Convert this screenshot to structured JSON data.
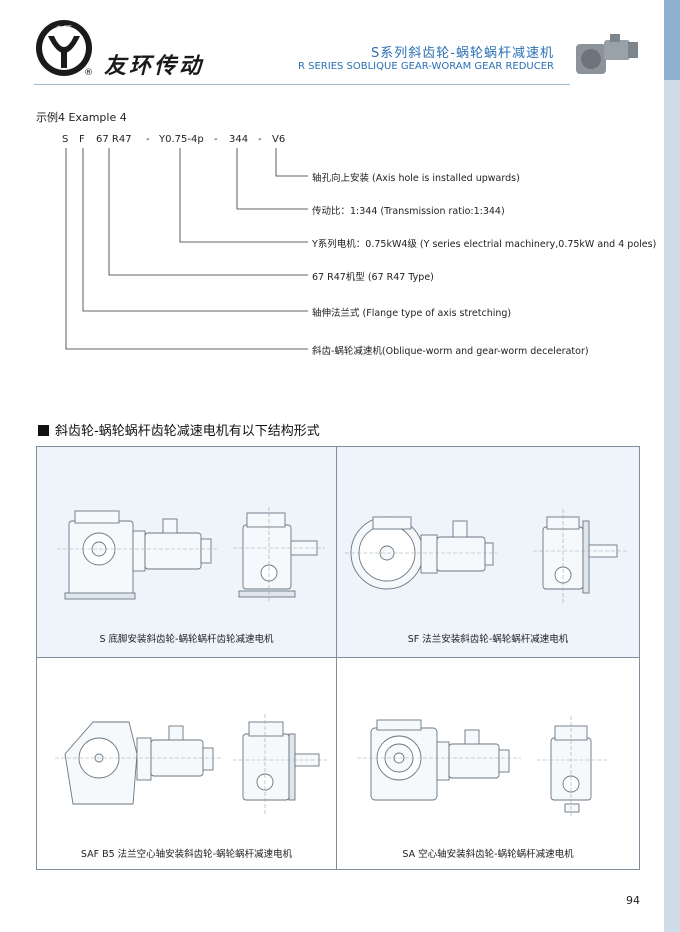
{
  "header": {
    "logo_text": "友环",
    "reg_mark": "®",
    "brand": "友环传动",
    "title_cn": "S系列斜齿轮-蜗轮蜗杆减速机",
    "title_en": "R SERIES SOBLIQUE GEAR-WORAM GEAR REDUCER"
  },
  "example": {
    "label": "示例4  Example 4",
    "code": [
      "S",
      "F",
      "67 R47",
      "-",
      "Y0.75-4p",
      "-",
      "344",
      "-",
      "V6"
    ],
    "annotations": [
      "轴孔向上安装 (Axis hole is installed upwards)",
      "传动比：1:344 (Transmission ratio:1:344)",
      "Y系列电机：0.75kW4级 (Y series electrial machinery,0.75kW and 4 poles)",
      "67 R47机型 (67 R47 Type)",
      "轴伸法兰式 (Flange type of axis stretching)",
      "斜齿-蜗轮减速机(Oblique-worm and gear-worm decelerator)"
    ]
  },
  "section": {
    "title": "斜齿轮-蜗轮蜗杆齿轮减速电机有以下结构形式"
  },
  "mounts": [
    {
      "caption": "S 底脚安装斜齿轮-蜗轮蜗杆齿轮减速电机"
    },
    {
      "caption": "SF 法兰安装斜齿轮-蜗轮蜗杆减速电机"
    },
    {
      "caption": "SAF B5 法兰空心轴安装斜齿轮-蜗轮蜗杆减速电机"
    },
    {
      "caption": "SA 空心轴安装斜齿轮-蜗轮蜗杆减速电机"
    }
  ],
  "page_number": "94"
}
